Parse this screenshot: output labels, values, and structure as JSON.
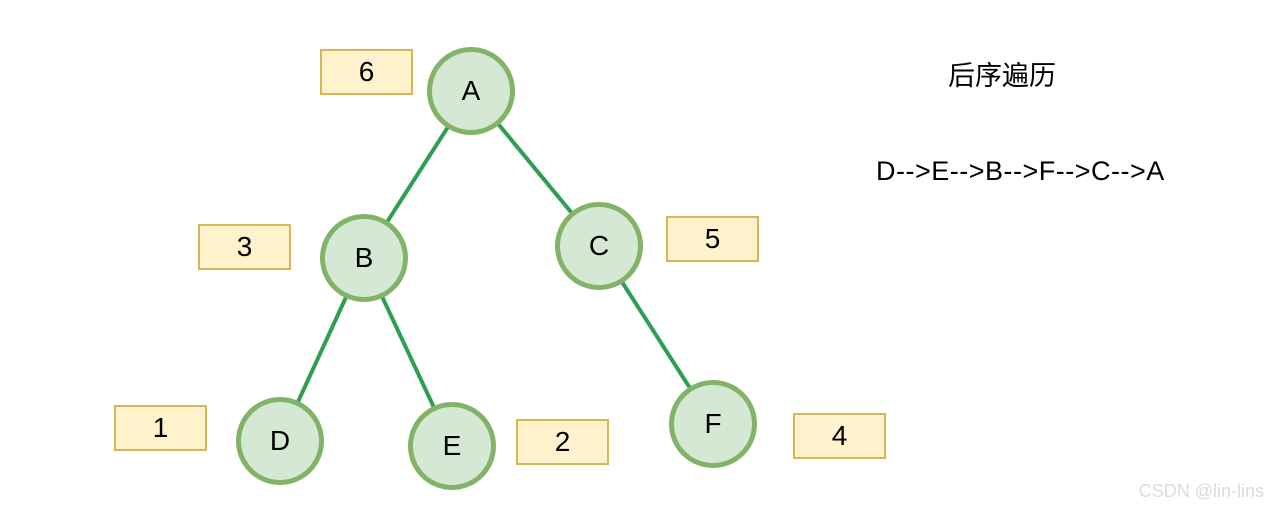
{
  "title": "后序遍历",
  "traversal_sequence": "D-->E-->B-->F-->C-->A",
  "watermark": "CSDN @lin-lins",
  "colors": {
    "node_fill": "#d5e8d4",
    "node_border": "#82b366",
    "edge": "#2e9e50",
    "badge_fill": "#fff2cc",
    "badge_border": "#d6b656",
    "text": "#000000",
    "watermark": "#dcdcdc"
  },
  "tree": {
    "nodes": [
      {
        "label": "A",
        "order": "6"
      },
      {
        "label": "B",
        "order": "3"
      },
      {
        "label": "C",
        "order": "5"
      },
      {
        "label": "D",
        "order": "1"
      },
      {
        "label": "E",
        "order": "2"
      },
      {
        "label": "F",
        "order": "4"
      }
    ],
    "edges": [
      "A-B",
      "A-C",
      "B-D",
      "B-E",
      "C-F"
    ]
  }
}
